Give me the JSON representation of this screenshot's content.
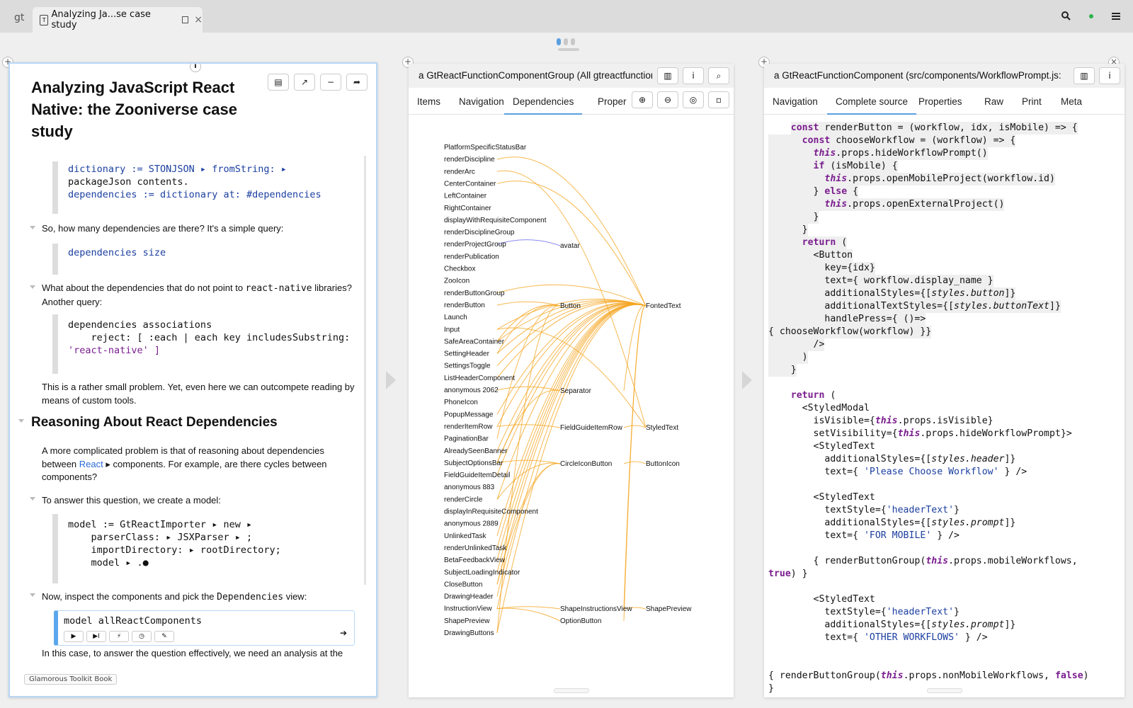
{
  "window": {
    "logo": "gt",
    "tab_title": "Analyzing Ja...se case study"
  },
  "pane1": {
    "title": "Analyzing JavaScript React Native: the Zooniverse case study",
    "code1": [
      "dictionary := STONJSON ▸ fromString: ▸",
      "packageJson contents.",
      "dependencies := dictionary at: #dependencies"
    ],
    "para1": "So, how many dependencies are there? It's a simple query:",
    "code2": "dependencies size",
    "para2_a": "What about the dependencies that do not point to ",
    "para2_mono": "react-native",
    "para2_b": " libraries? Another query:",
    "code3": [
      "dependencies associations",
      "    reject: [ :each | each key includesSubstring:",
      "'react-native' ]"
    ],
    "para3": "This is a rather small problem. Yet, even here we can outcompete reading by means of custom tools.",
    "heading": "Reasoning About React Dependencies",
    "para4_a": "A more complicated problem is that of reasoning about dependencies between ",
    "para4_link": "React",
    "para4_b": " ▸  components. For example, are there cycles between components?",
    "para5": "To answer this question, we create a model:",
    "code4": [
      "model := GtReactImporter ▸ new ▸",
      "    parserClass: ▸ JSXParser ▸ ;",
      "    importDirectory: ▸ rootDirectory;",
      "    model ▸ .●"
    ],
    "para6_a": "Now, inspect the components and pick the ",
    "para6_mono": "Dependencies",
    "para6_b": " view:",
    "editor_code": "model allReactComponents",
    "para7": "In this case, to answer the question effectively, we need an analysis at the",
    "footer": "Glamorous Toolkit Book"
  },
  "pane2": {
    "title": "a GtReactFunctionComponentGroup (All gtreactfunctionc",
    "tabs": [
      "Items",
      "Navigation",
      "Dependencies",
      "Proper"
    ],
    "active_tab": "Dependencies",
    "graph_nodes": [
      "PlatformSpecificStatusBar",
      "renderDiscipline",
      "renderArc",
      "CenterContainer",
      "LeftContainer",
      "RightContainer",
      "displayWithRequisiteComponent",
      "renderDisciplineGroup",
      "renderProjectGroup",
      "renderPublication",
      "Checkbox",
      "ZooIcon",
      "renderButtonGroup",
      "renderButton",
      "Launch",
      "Input",
      "SafeAreaContainer",
      "SettingHeader",
      "SettingsToggle",
      "ListHeaderComponent",
      "anonymous 2062",
      "PhoneIcon",
      "PopupMessage",
      "renderItemRow",
      "PaginationBar",
      "AlreadySeenBanner",
      "SubjectOptionsBar",
      "FieldGuideItemDetail",
      "anonymous 883",
      "renderCircle",
      "displayInRequisiteComponent",
      "anonymous 2889",
      "UnlinkedTask",
      "renderUnlinkedTask",
      "BetaFeedbackView",
      "SubjectLoadingIndicator",
      "CloseButton",
      "DrawingHeader",
      "InstructionView",
      "ShapePreview",
      "DrawingButtons"
    ],
    "mid_nodes": [
      "avatar",
      "Button",
      "Separator",
      "FieldGuideItemRow",
      "CircleIconButton",
      "ShapeInstructionsView",
      "OptionButton"
    ],
    "right_nodes": [
      "FontedText",
      "StyledText",
      "ButtonIcon",
      "ShapePreview"
    ],
    "colors": {
      "edge": "#f5a623",
      "edge_blue": "#6a6af0"
    }
  },
  "pane3": {
    "title": "a GtReactFunctionComponent (src/components/WorkflowPrompt.js:",
    "tabs": [
      "Navigation",
      "Complete source",
      "Properties",
      "Raw",
      "Print",
      "Meta"
    ],
    "active_tab": "Complete source"
  }
}
